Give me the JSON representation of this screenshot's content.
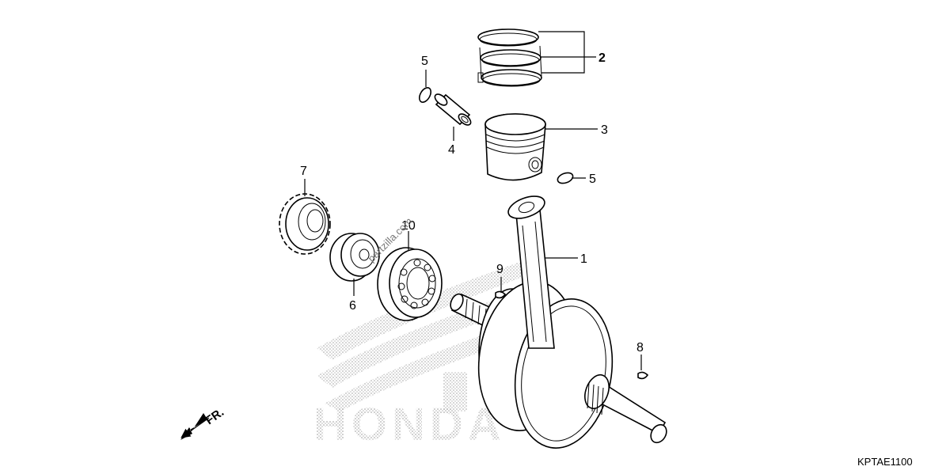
{
  "diagram": {
    "callouts": [
      {
        "id": "1",
        "text": "1"
      },
      {
        "id": "2",
        "text": "2"
      },
      {
        "id": "3",
        "text": "3"
      },
      {
        "id": "4",
        "text": "4"
      },
      {
        "id": "5a",
        "text": "5"
      },
      {
        "id": "5b",
        "text": "5"
      },
      {
        "id": "6",
        "text": "6"
      },
      {
        "id": "7",
        "text": "7"
      },
      {
        "id": "8",
        "text": "8"
      },
      {
        "id": "9",
        "text": "9"
      },
      {
        "id": "10",
        "text": "10"
      }
    ],
    "front_label": "FR.",
    "diagram_code": "KPTAE1100",
    "watermark": "partzilla.com",
    "brand_watermark": "HONDA"
  }
}
